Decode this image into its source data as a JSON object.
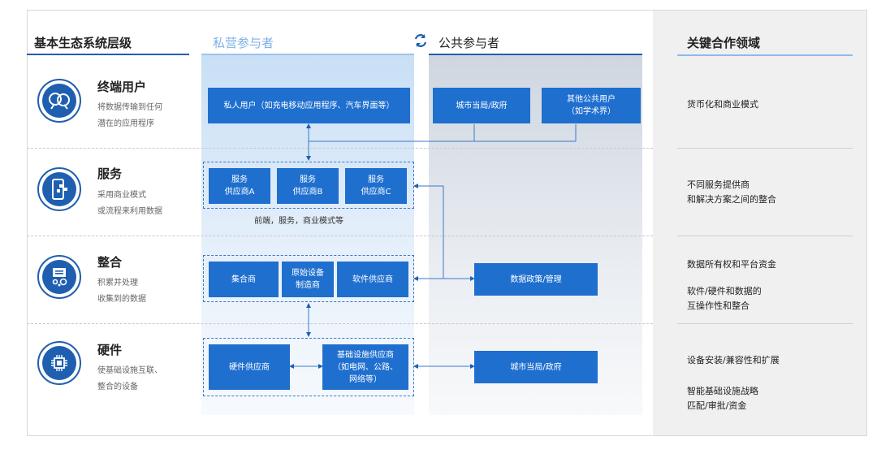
{
  "headers": {
    "layers": "基本生态系统层级",
    "private": "私营参与者",
    "public": "公共参与者",
    "key": "关键合作领域"
  },
  "levels": [
    {
      "title": "终端用户",
      "desc1": "将数据传输到任何",
      "desc2": "潜在的应用程序"
    },
    {
      "title": "服务",
      "desc1": "采用商业模式",
      "desc2": "或流程来利用数据"
    },
    {
      "title": "整合",
      "desc1": "积累并处理",
      "desc2": "收集到的数据"
    },
    {
      "title": "硬件",
      "desc1": "使基础设施互联、",
      "desc2": "整合的设备"
    }
  ],
  "private": {
    "end_user": "私人用户（如充电移动应用程序、汽车界面等）",
    "services": [
      {
        "l1": "服务",
        "l2": "供应商A"
      },
      {
        "l1": "服务",
        "l2": "供应商B"
      },
      {
        "l1": "服务",
        "l2": "供应商C"
      }
    ],
    "services_note": "前端，服务，商业模式等",
    "integration": [
      {
        "l1": "集合商",
        "l2": ""
      },
      {
        "l1": "原始设备",
        "l2": "制造商"
      },
      {
        "l1": "软件供应商",
        "l2": ""
      }
    ],
    "hardware": [
      {
        "l1": "硬件供应商",
        "l2": "",
        "l3": ""
      },
      {
        "l1": "基础设施供应商",
        "l2": "（如电网、公路、",
        "l3": "网络等）"
      }
    ]
  },
  "public": {
    "city": "城市当局/政府",
    "other_l1": "其他公共用户",
    "other_l2": "（如学术界）",
    "data_policy": "数据政策/管理",
    "city_hw": "城市当局/政府"
  },
  "key_areas": [
    {
      "l1": "货币化和商业模式",
      "l2": ""
    },
    {
      "l1": "不同服务提供商",
      "l2": "和解决方案之间的整合"
    },
    {
      "l1": "数据所有权和平台资金",
      "l2": ""
    },
    {
      "l1": "软件/硬件和数据的",
      "l2": "互操作性和整合"
    },
    {
      "l1": "设备安装/兼容性和扩展",
      "l2": ""
    },
    {
      "l1": "智能基础设施战略",
      "l2": "匹配/审批/资金"
    }
  ],
  "colors": {
    "accent": "#1f6fcf",
    "light_box": "#4d96de",
    "header_blue": "#6fa8e0"
  }
}
